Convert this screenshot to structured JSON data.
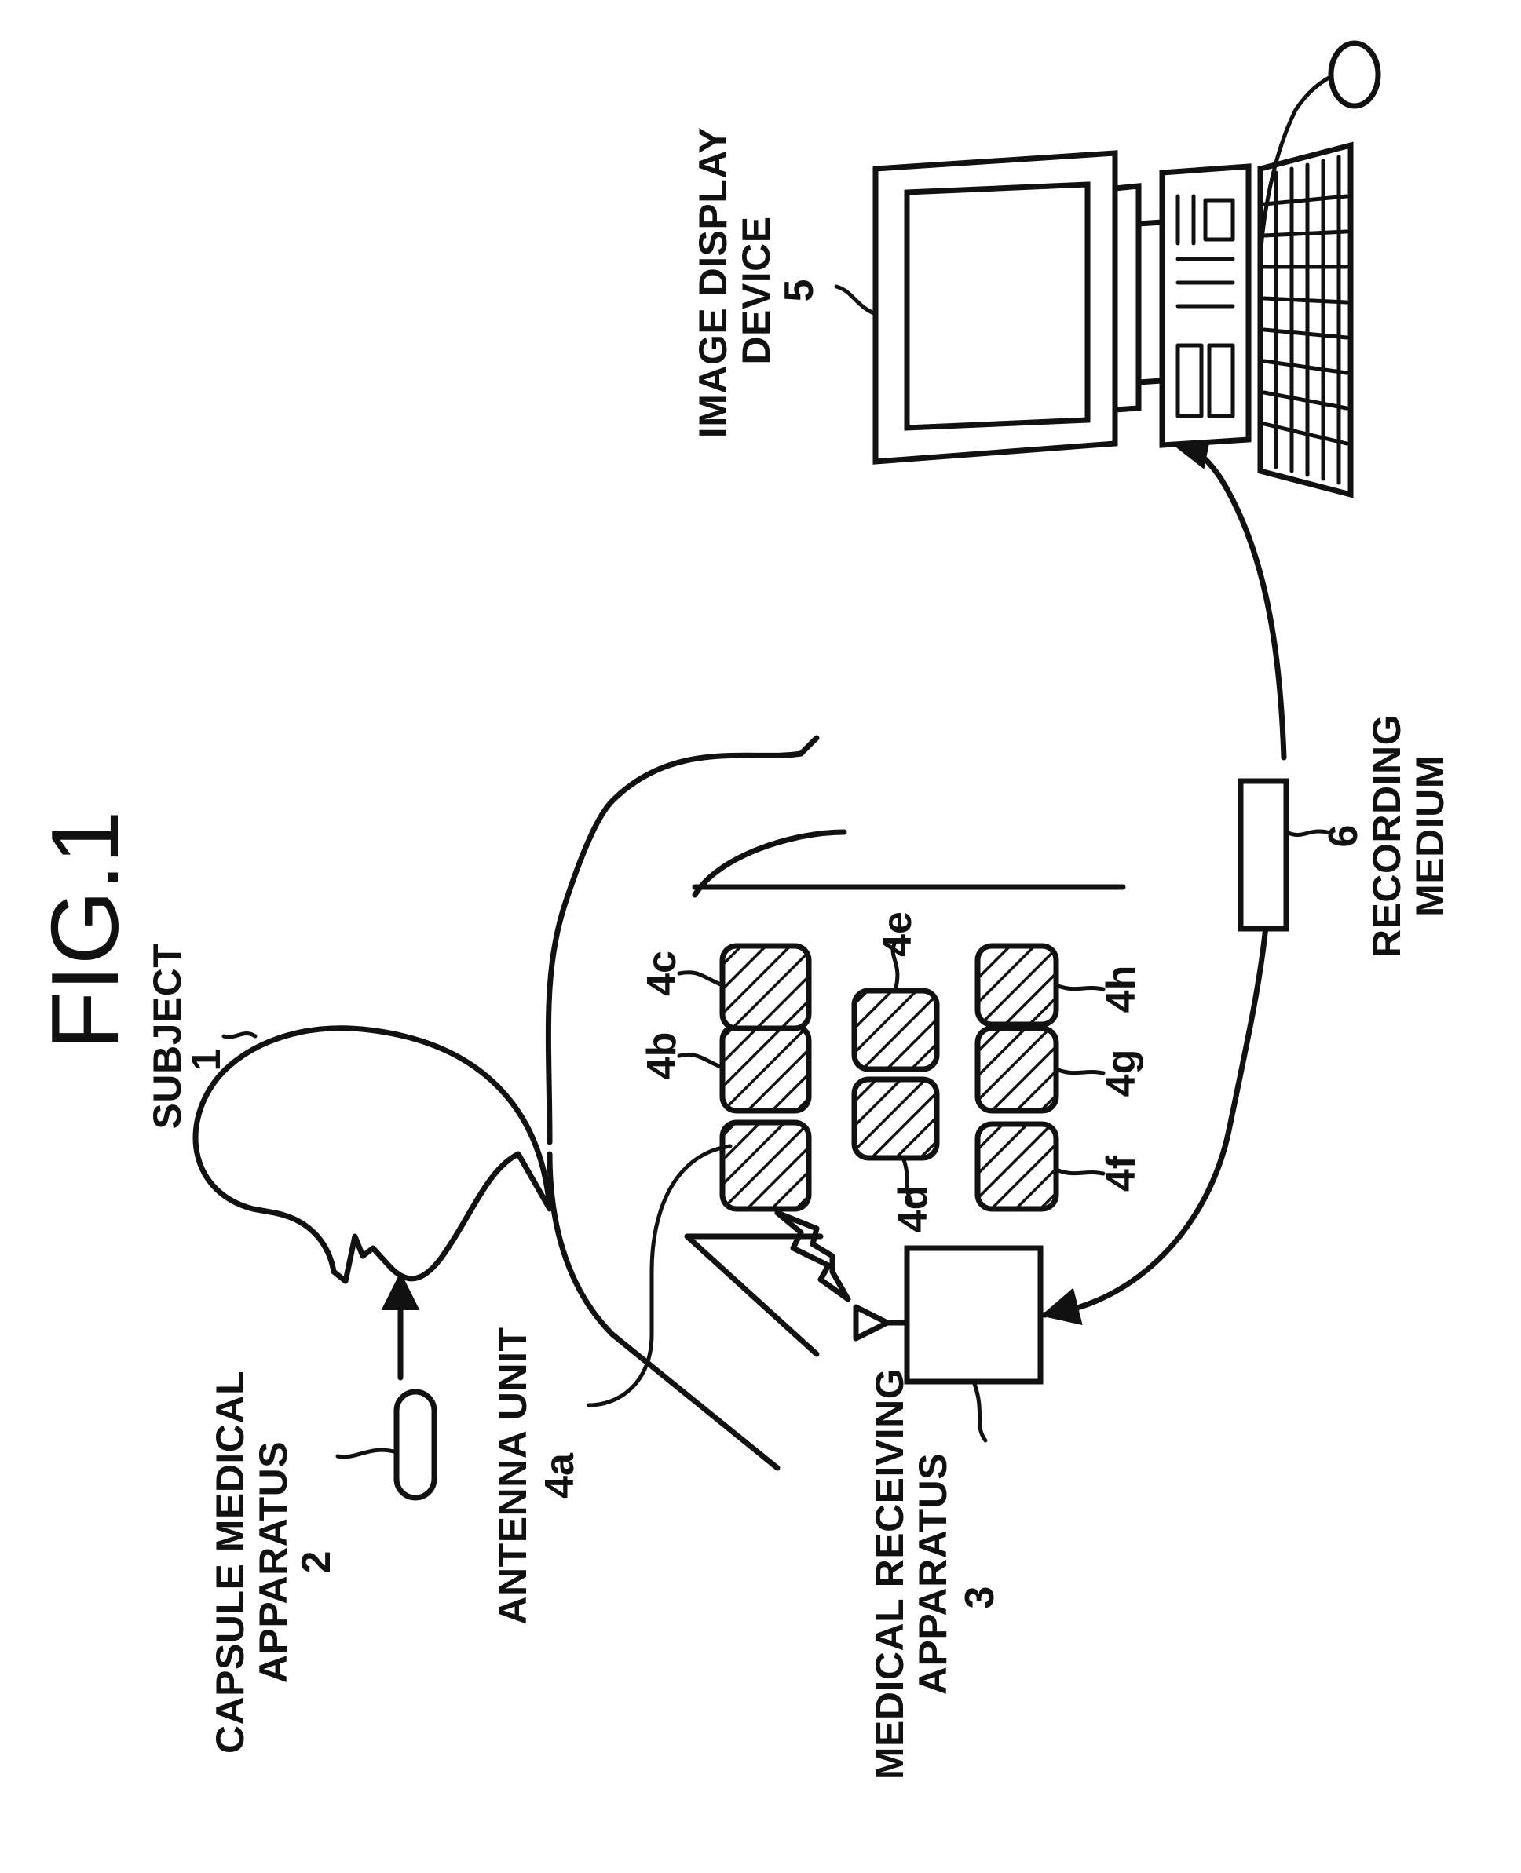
{
  "figure": {
    "title": "FIG.1"
  },
  "labels": {
    "subject": {
      "name": "SUBJECT",
      "number": "1"
    },
    "capsule": {
      "line1": "CAPSULE MEDICAL",
      "line2": "APPARATUS",
      "number": "2"
    },
    "antenna": {
      "name": "ANTENNA UNIT",
      "number": "4a"
    },
    "receiver": {
      "line1": "MEDICAL RECEIVING",
      "line2": "APPARATUS",
      "number": "3"
    },
    "display": {
      "line1": "IMAGE DISPLAY",
      "line2": "DEVICE",
      "number": "5"
    },
    "medium": {
      "number": "6",
      "line1": "RECORDING",
      "line2": "MEDIUM"
    }
  },
  "antenna_pads": [
    "4b",
    "4c",
    "4d",
    "4e",
    "4f",
    "4g",
    "4h"
  ]
}
